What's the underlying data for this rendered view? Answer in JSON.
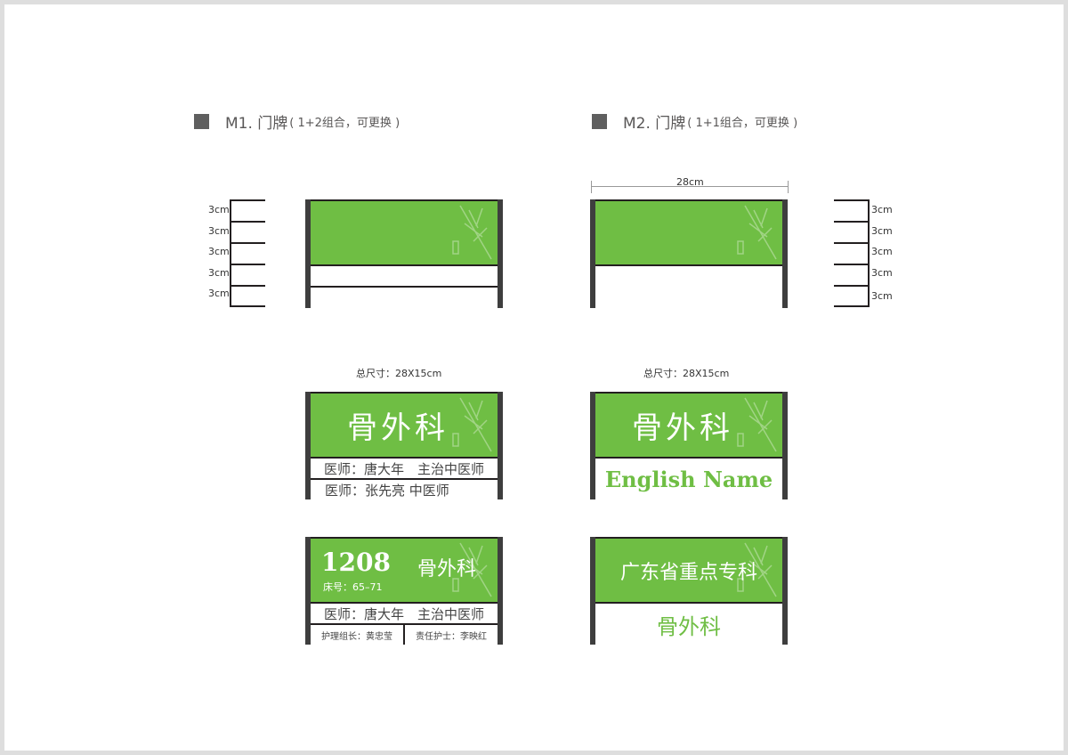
{
  "sections": {
    "m1": {
      "title": "M1. 门牌",
      "subtitle": "( 1+2组合，可更换 )"
    },
    "m2": {
      "title": "M2. 门牌",
      "subtitle": "( 1+1组合，可更换 )"
    }
  },
  "dimensions": {
    "unit_label": "3cm",
    "width_label": "28cm",
    "total_size_label": "总尺寸：28X15cm"
  },
  "m1_example": {
    "department": "骨外科",
    "row1": "医师：唐大年　主治中医师",
    "row2": "医师：张先亮  中医师"
  },
  "m1_ward_example": {
    "room_number": "1208",
    "bed_label": "床号：65–71",
    "department": "骨外科",
    "row1": "医师：唐大年　主治中医师",
    "nurse_leader": "护理组长：黄忠莹",
    "nurse_in_charge": "责任护士：李映红"
  },
  "m2_example": {
    "department": "骨外科",
    "english_name": "English Name"
  },
  "m2_key_example": {
    "title": "广东省重点专科",
    "department": "骨外科"
  },
  "colors": {
    "green": "#6fbe44",
    "frame": "#3e3e3e",
    "text_gray": "#595757"
  }
}
